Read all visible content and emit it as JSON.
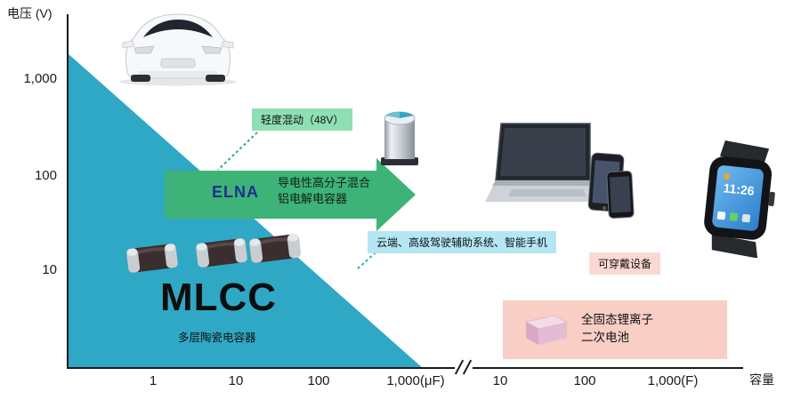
{
  "colors": {
    "mlcc_triangle": "#2FA8C6",
    "elna_arrow": "#3EB377",
    "elna_logo": "#1D2F8F",
    "mild_hybrid_box": "#8FDFB4",
    "cloud_box": "#B5E6F4",
    "wearable_box": "#FBD9D3",
    "battery_box": "#F8CEC5",
    "axis": "#1A1A1A"
  },
  "axes": {
    "y_label": "电压 (V)",
    "x_label": "容量",
    "y_ticks": [
      "1,000",
      "100",
      "10"
    ],
    "x_ticks": [
      "1",
      "10",
      "100",
      "1,000(μF)",
      "10",
      "100",
      "1,000(F)"
    ]
  },
  "mlcc": {
    "title": "MLCC",
    "subtitle": "多层陶瓷电容器"
  },
  "elna": {
    "logo": "ELNA",
    "desc_line1": "导电性高分子混合",
    "desc_line2": "铝电解电容器"
  },
  "callouts": {
    "mild_hybrid": "轻度混动（48V）",
    "cloud_adas": "云端、高级驾驶辅助系统、智能手机",
    "wearable": "可穿戴设备"
  },
  "battery": {
    "line1": "全固态锂离子",
    "line2": "二次电池"
  },
  "smartwatch": {
    "time": "11:26"
  },
  "images": {
    "car": "white-car-front-view",
    "capacitor": "smd-aluminum-electrolytic-capacitor",
    "devices": "laptop-and-smartphones",
    "smartwatch": "smartwatch-on-wrist-strap",
    "mlcc_chips": "three-mlcc-ceramic-chips",
    "battery_chip": "all-solid-state-battery-chip"
  },
  "chart_data": {
    "type": "area",
    "title": "",
    "xlabel": "容量",
    "ylabel": "电压 (V)",
    "x_axis": {
      "scale": "log",
      "segments": [
        {
          "unit": "μF",
          "ticks": [
            "1",
            "10",
            "100",
            "1,000(μF)"
          ]
        },
        {
          "unit": "F",
          "ticks": [
            "10",
            "100",
            "1,000(F)"
          ]
        }
      ],
      "axis_break_between_segments": true
    },
    "y_axis": {
      "scale": "log",
      "unit": "V",
      "ticks": [
        "10",
        "100",
        "1,000"
      ]
    },
    "regions": [
      {
        "name": "MLCC 多层陶瓷电容器",
        "shape": "triangle",
        "approx_capacitance": "0.1–1,000 μF",
        "approx_voltage": "1–2,000 V (上限随容量增大而下降)",
        "color": "#2FA8C6"
      },
      {
        "name": "ELNA 导电性高分子混合铝电解电容器",
        "shape": "right-arrow",
        "approx_capacitance": "1–1,000 μF",
        "approx_voltage": "30–120 V",
        "color": "#3EB377"
      },
      {
        "name": "全固态锂离子二次电池",
        "shape": "rectangle",
        "approx_capacitance": "10–4,000 F",
        "approx_voltage": "1–5 V",
        "color": "#F8CEC5"
      }
    ],
    "annotations": [
      {
        "text": "轻度混动（48V）",
        "points_to": "ELNA 导电性高分子混合铝电解电容器"
      },
      {
        "text": "云端、高级驾驶辅助系统、智能手机",
        "points_to": "MLCC 区域边界"
      },
      {
        "text": "可穿戴设备",
        "points_to": "全固态锂离子二次电池"
      }
    ],
    "legend_position": "none",
    "grid": false
  }
}
